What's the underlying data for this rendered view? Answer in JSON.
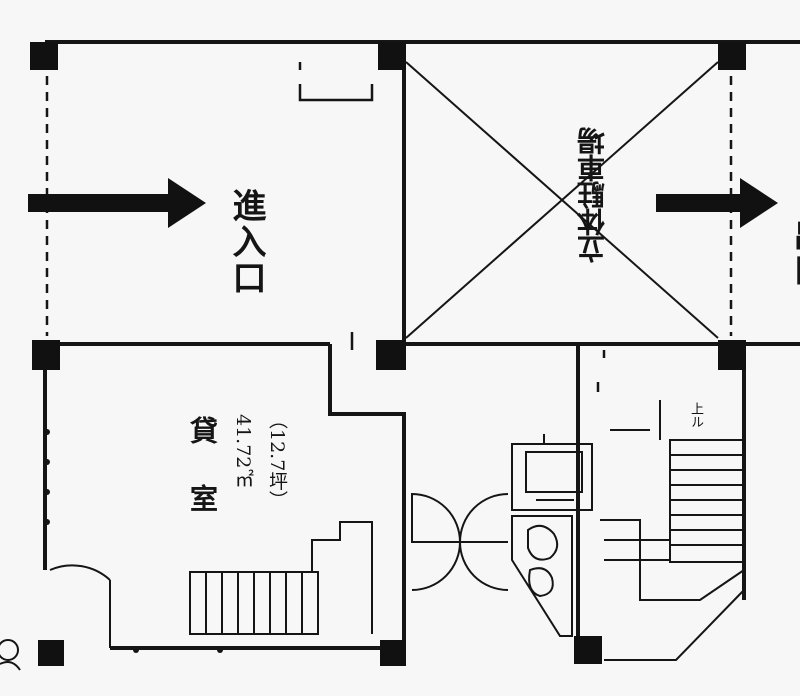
{
  "labels": {
    "entrance": "進入口",
    "exit": "出口",
    "parking": "立体駐車場",
    "rental_room": "貸室",
    "rental_area": "41.72㎡",
    "rental_tsubo": "（12.7坪）",
    "stair_up": "上ル"
  },
  "colors": {
    "line": "#151515",
    "paper": "#f7f7f7"
  }
}
